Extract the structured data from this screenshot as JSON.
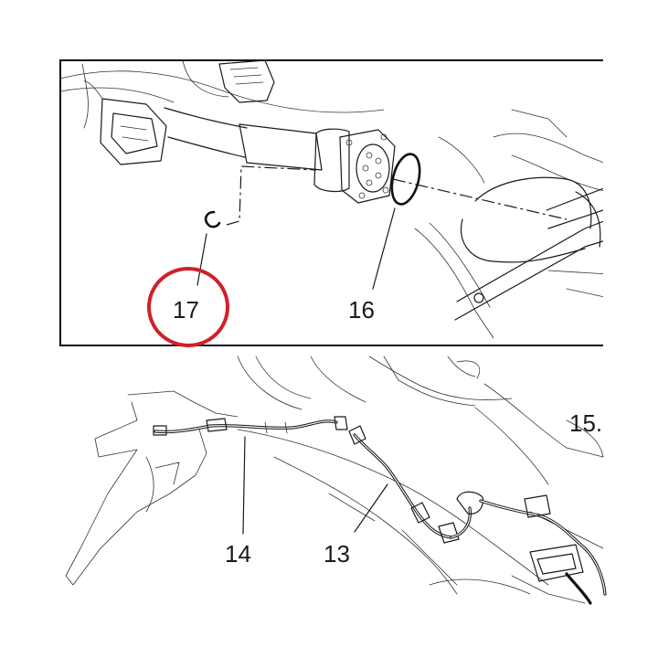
{
  "callouts": {
    "c17": "17",
    "c16": "16",
    "c15": "15.",
    "c14": "14",
    "c13": "13"
  },
  "highlight": {
    "callout": "17",
    "color": "#d0202a"
  },
  "colors": {
    "line": "#1a1a1a",
    "background": "#ffffff"
  }
}
